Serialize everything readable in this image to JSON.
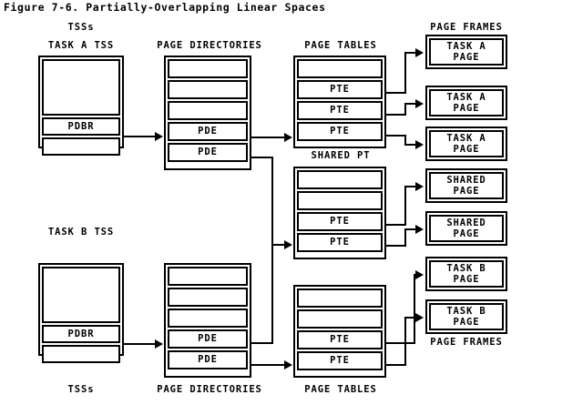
{
  "figure": {
    "title": "Figure 7-6. Partially-Overlapping Linear Spaces"
  },
  "column_labels": {
    "tss_top": "TSSs",
    "task_a_tss": "TASK A TSS",
    "page_directories_top": "PAGE DIRECTORIES",
    "page_tables_top": "PAGE TABLES",
    "page_frames_top": "PAGE FRAMES",
    "shared_pt": "SHARED PT",
    "task_b_tss": "TASK B TSS",
    "tss_bottom": "TSSs",
    "page_directories_bottom": "PAGE DIRECTORIES",
    "page_tables_bottom": "PAGE TABLES",
    "page_frames_bottom": "PAGE FRAMES"
  },
  "task_a_tss": {
    "cells": [
      "",
      "PDBR",
      ""
    ]
  },
  "task_b_tss": {
    "cells": [
      "",
      "PDBR",
      ""
    ]
  },
  "page_directory_a": {
    "cells": [
      "",
      "",
      "",
      "PDE",
      "PDE"
    ]
  },
  "page_directory_b": {
    "cells": [
      "",
      "",
      "",
      "PDE",
      "PDE"
    ]
  },
  "page_table_a": {
    "cells": [
      "",
      "PTE",
      "PTE",
      "PTE"
    ]
  },
  "shared_page_table": {
    "cells": [
      "",
      "",
      "PTE",
      "PTE"
    ]
  },
  "page_table_b": {
    "cells": [
      "",
      "",
      "PTE",
      "PTE"
    ]
  },
  "page_frames": [
    {
      "line1": "TASK A",
      "line2": "PAGE"
    },
    {
      "line1": "TASK A",
      "line2": "PAGE"
    },
    {
      "line1": "TASK A",
      "line2": "PAGE"
    },
    {
      "line1": "SHARED",
      "line2": "PAGE"
    },
    {
      "line1": "SHARED",
      "line2": "PAGE"
    },
    {
      "line1": "TASK B",
      "line2": "PAGE"
    },
    {
      "line1": "TASK B",
      "line2": "PAGE"
    }
  ],
  "colors": {
    "ink": "#000000",
    "paper": "#ffffff"
  }
}
